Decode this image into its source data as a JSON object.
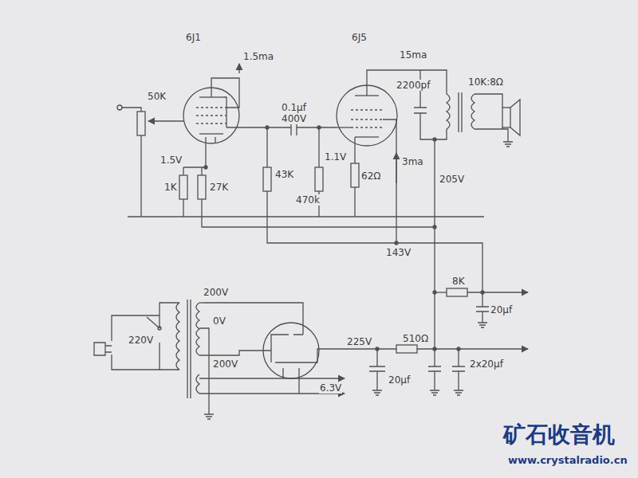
{
  "diagram": {
    "labels": [
      "6J1",
      "1.5ma",
      "6J5",
      "15ma",
      "50K",
      "0.1μf",
      "400V",
      "2200pf",
      "10K:8Ω",
      "1.5V",
      "1K",
      "27K",
      "43K",
      "1.1V",
      "3ma",
      "470k",
      "62Ω",
      "205V",
      "143V",
      "8K",
      "20μf",
      "200V",
      "0V",
      "220V",
      "200V",
      "225V",
      "510Ω",
      "2x20μf",
      "20μf",
      "6.3V",
      "矿石收音机",
      "www.crystalradio.cn"
    ]
  }
}
